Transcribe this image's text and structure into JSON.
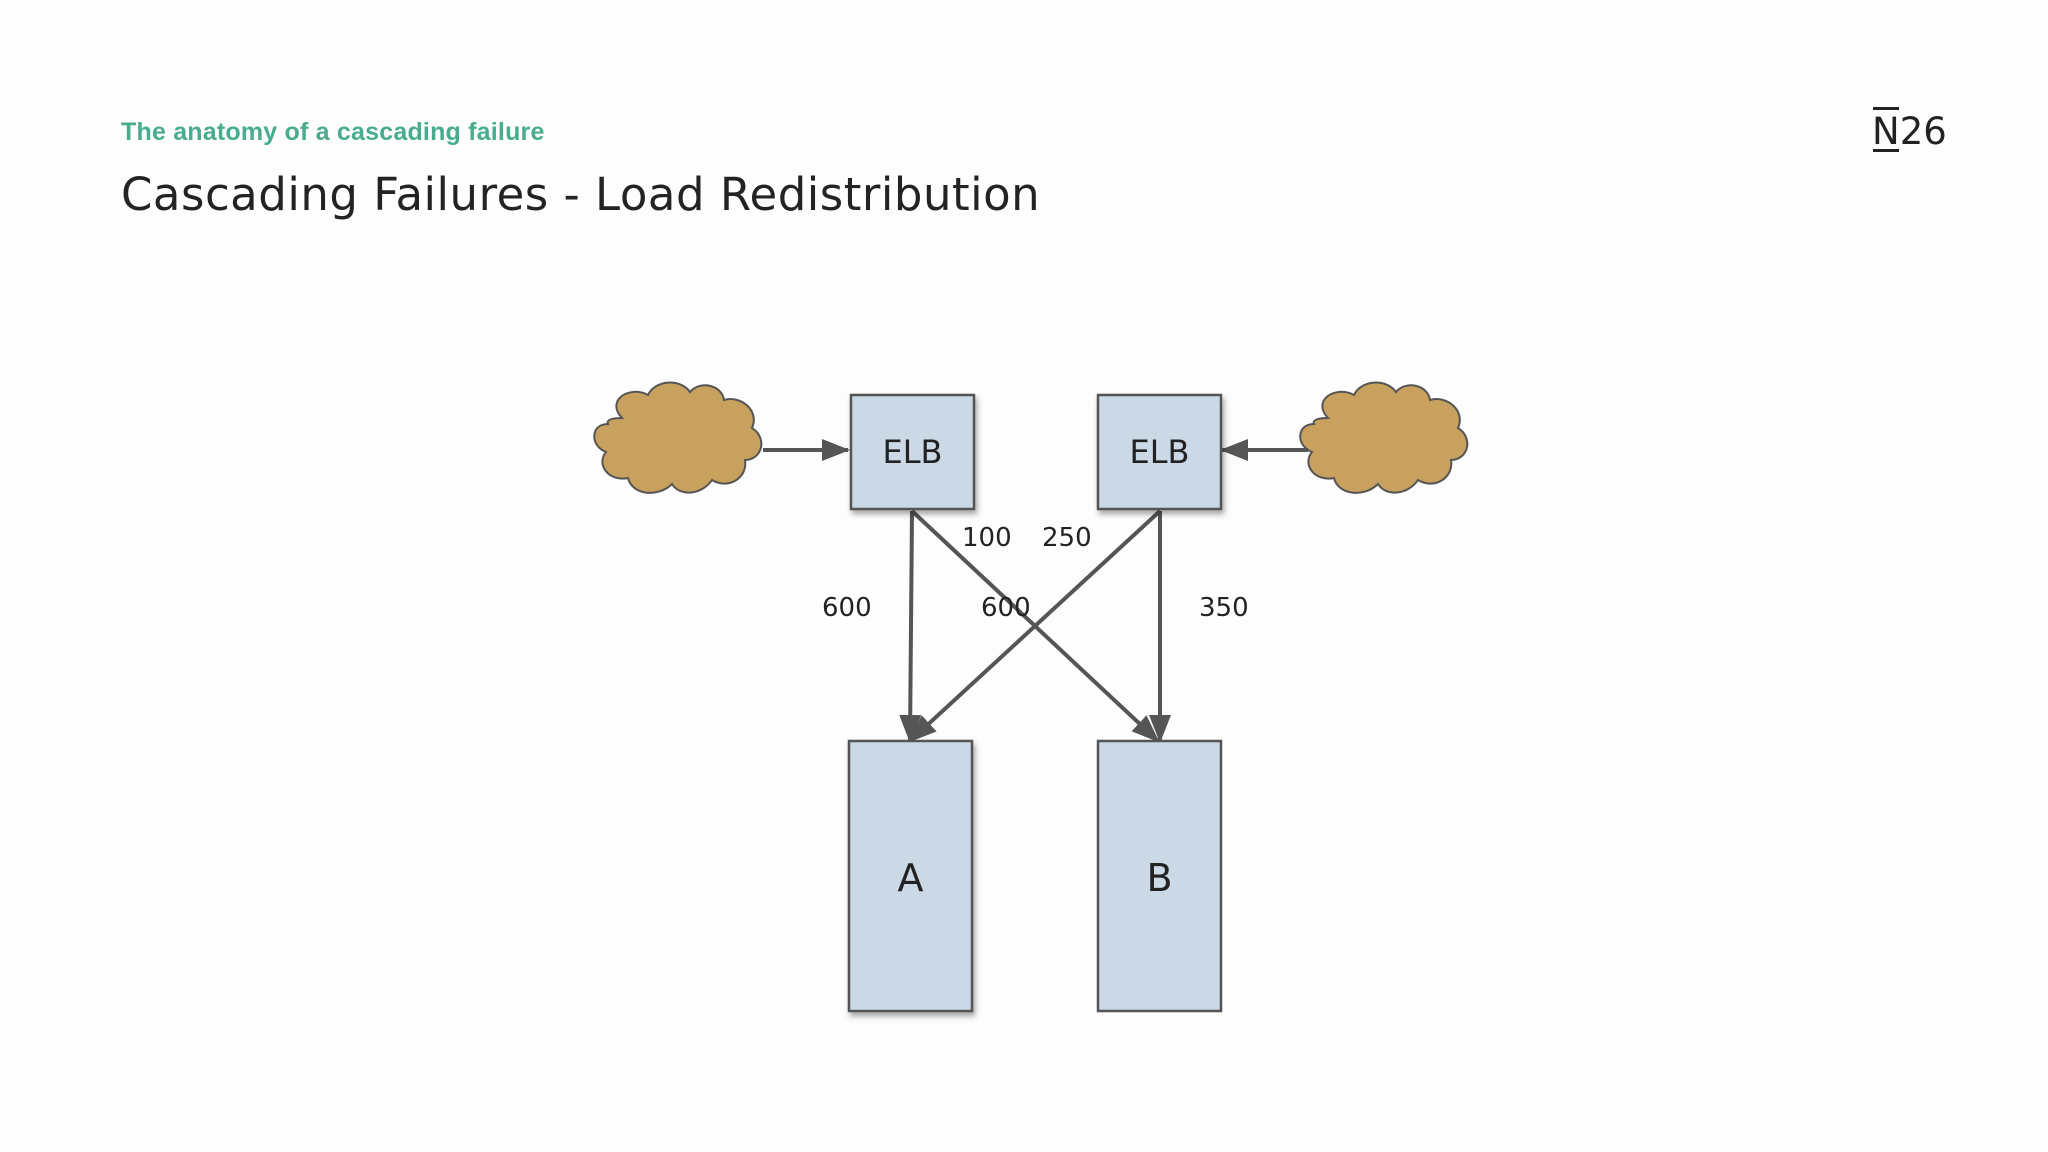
{
  "slide": {
    "subtitle": "The anatomy of a cascading failure",
    "title": "Cascading Failures - Load Redistribution",
    "logo": {
      "letter": "N",
      "number": "26"
    }
  },
  "diagram": {
    "nodes": {
      "elb_left": "ELB",
      "elb_right": "ELB",
      "server_a": "A",
      "server_b": "B",
      "cloud_left": "",
      "cloud_right": ""
    },
    "edge_labels": {
      "left_elb_to_a": "600",
      "left_elb_to_b": "100",
      "right_elb_to_a": "250",
      "crossing_label": "600",
      "right_elb_to_b": "350"
    },
    "colors": {
      "box_fill": "#cbd8e6",
      "box_stroke": "#555555",
      "cloud_fill": "#c9a15e",
      "arrow": "#555555",
      "accent": "#48ac8f"
    }
  }
}
